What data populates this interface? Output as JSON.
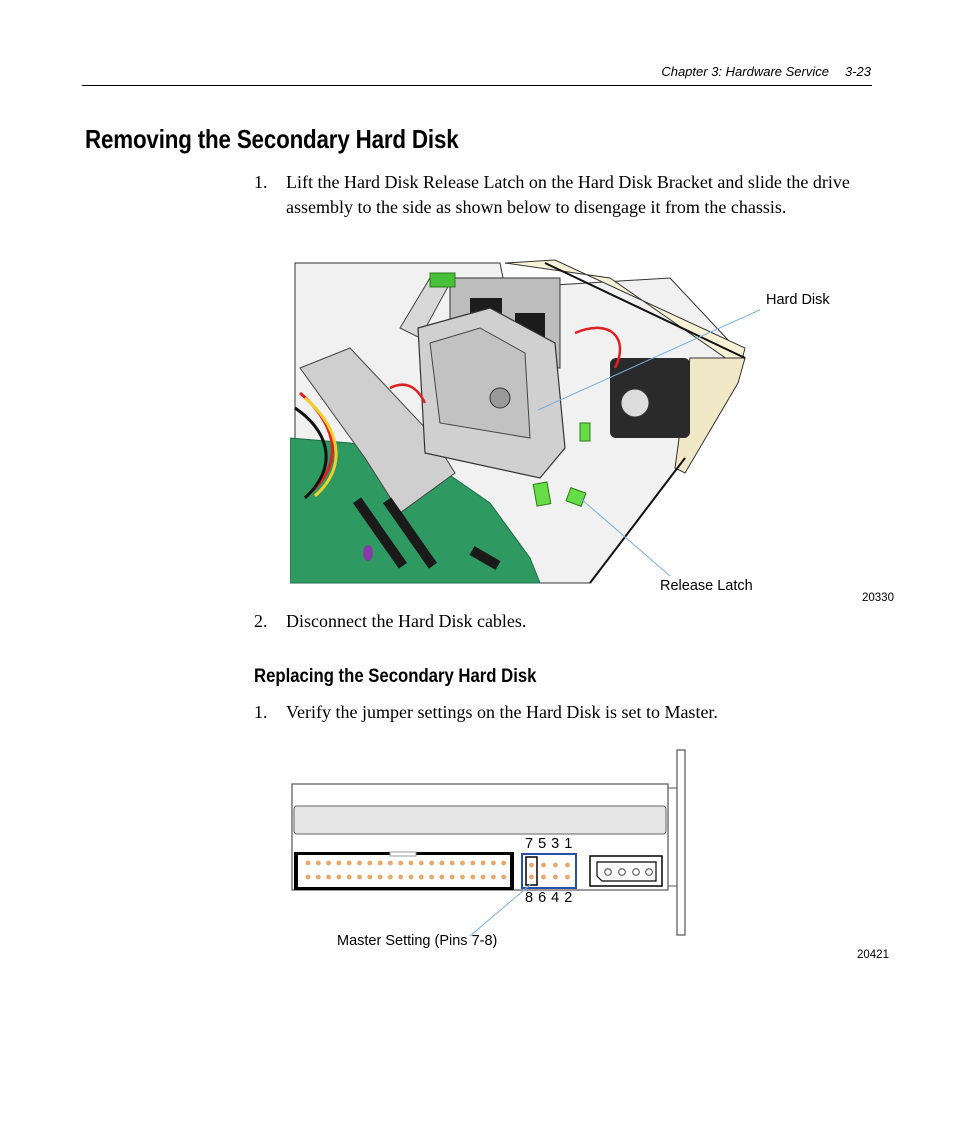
{
  "header": {
    "chapter": "Chapter 3:  Hardware Service",
    "page_number": "3-23"
  },
  "section": {
    "title": "Removing the Secondary Hard Disk",
    "steps": [
      {
        "number": "1.",
        "text": "Lift the Hard Disk Release Latch on the Hard Disk Bracket and slide the drive assembly to the side as shown below to disengage it from the chassis."
      },
      {
        "number": "2.",
        "text": "Disconnect the Hard Disk cables."
      }
    ]
  },
  "figure1": {
    "callout_hard_disk": "Hard Disk",
    "callout_release_latch": "Release Latch",
    "figure_id": "20330"
  },
  "subsection": {
    "title": "Replacing the Secondary Hard Disk",
    "steps": [
      {
        "number": "1.",
        "text": "Verify the jumper settings on the Hard Disk is set to Master."
      }
    ]
  },
  "figure2": {
    "pins_top": "7 5 3 1",
    "pins_bottom": "8 6 4 2",
    "callout_master": "Master Setting (Pins 7-8)",
    "figure_id": "20421"
  },
  "colors": {
    "motherboard": "#2e9a62",
    "latch": "#66dd44",
    "cable_red": "#e02020",
    "cable_yellow": "#f2d02a",
    "pin": "#e9a86a",
    "jumper_highlight": "#2a4fa8",
    "leader_line": "#7ab0dd"
  }
}
